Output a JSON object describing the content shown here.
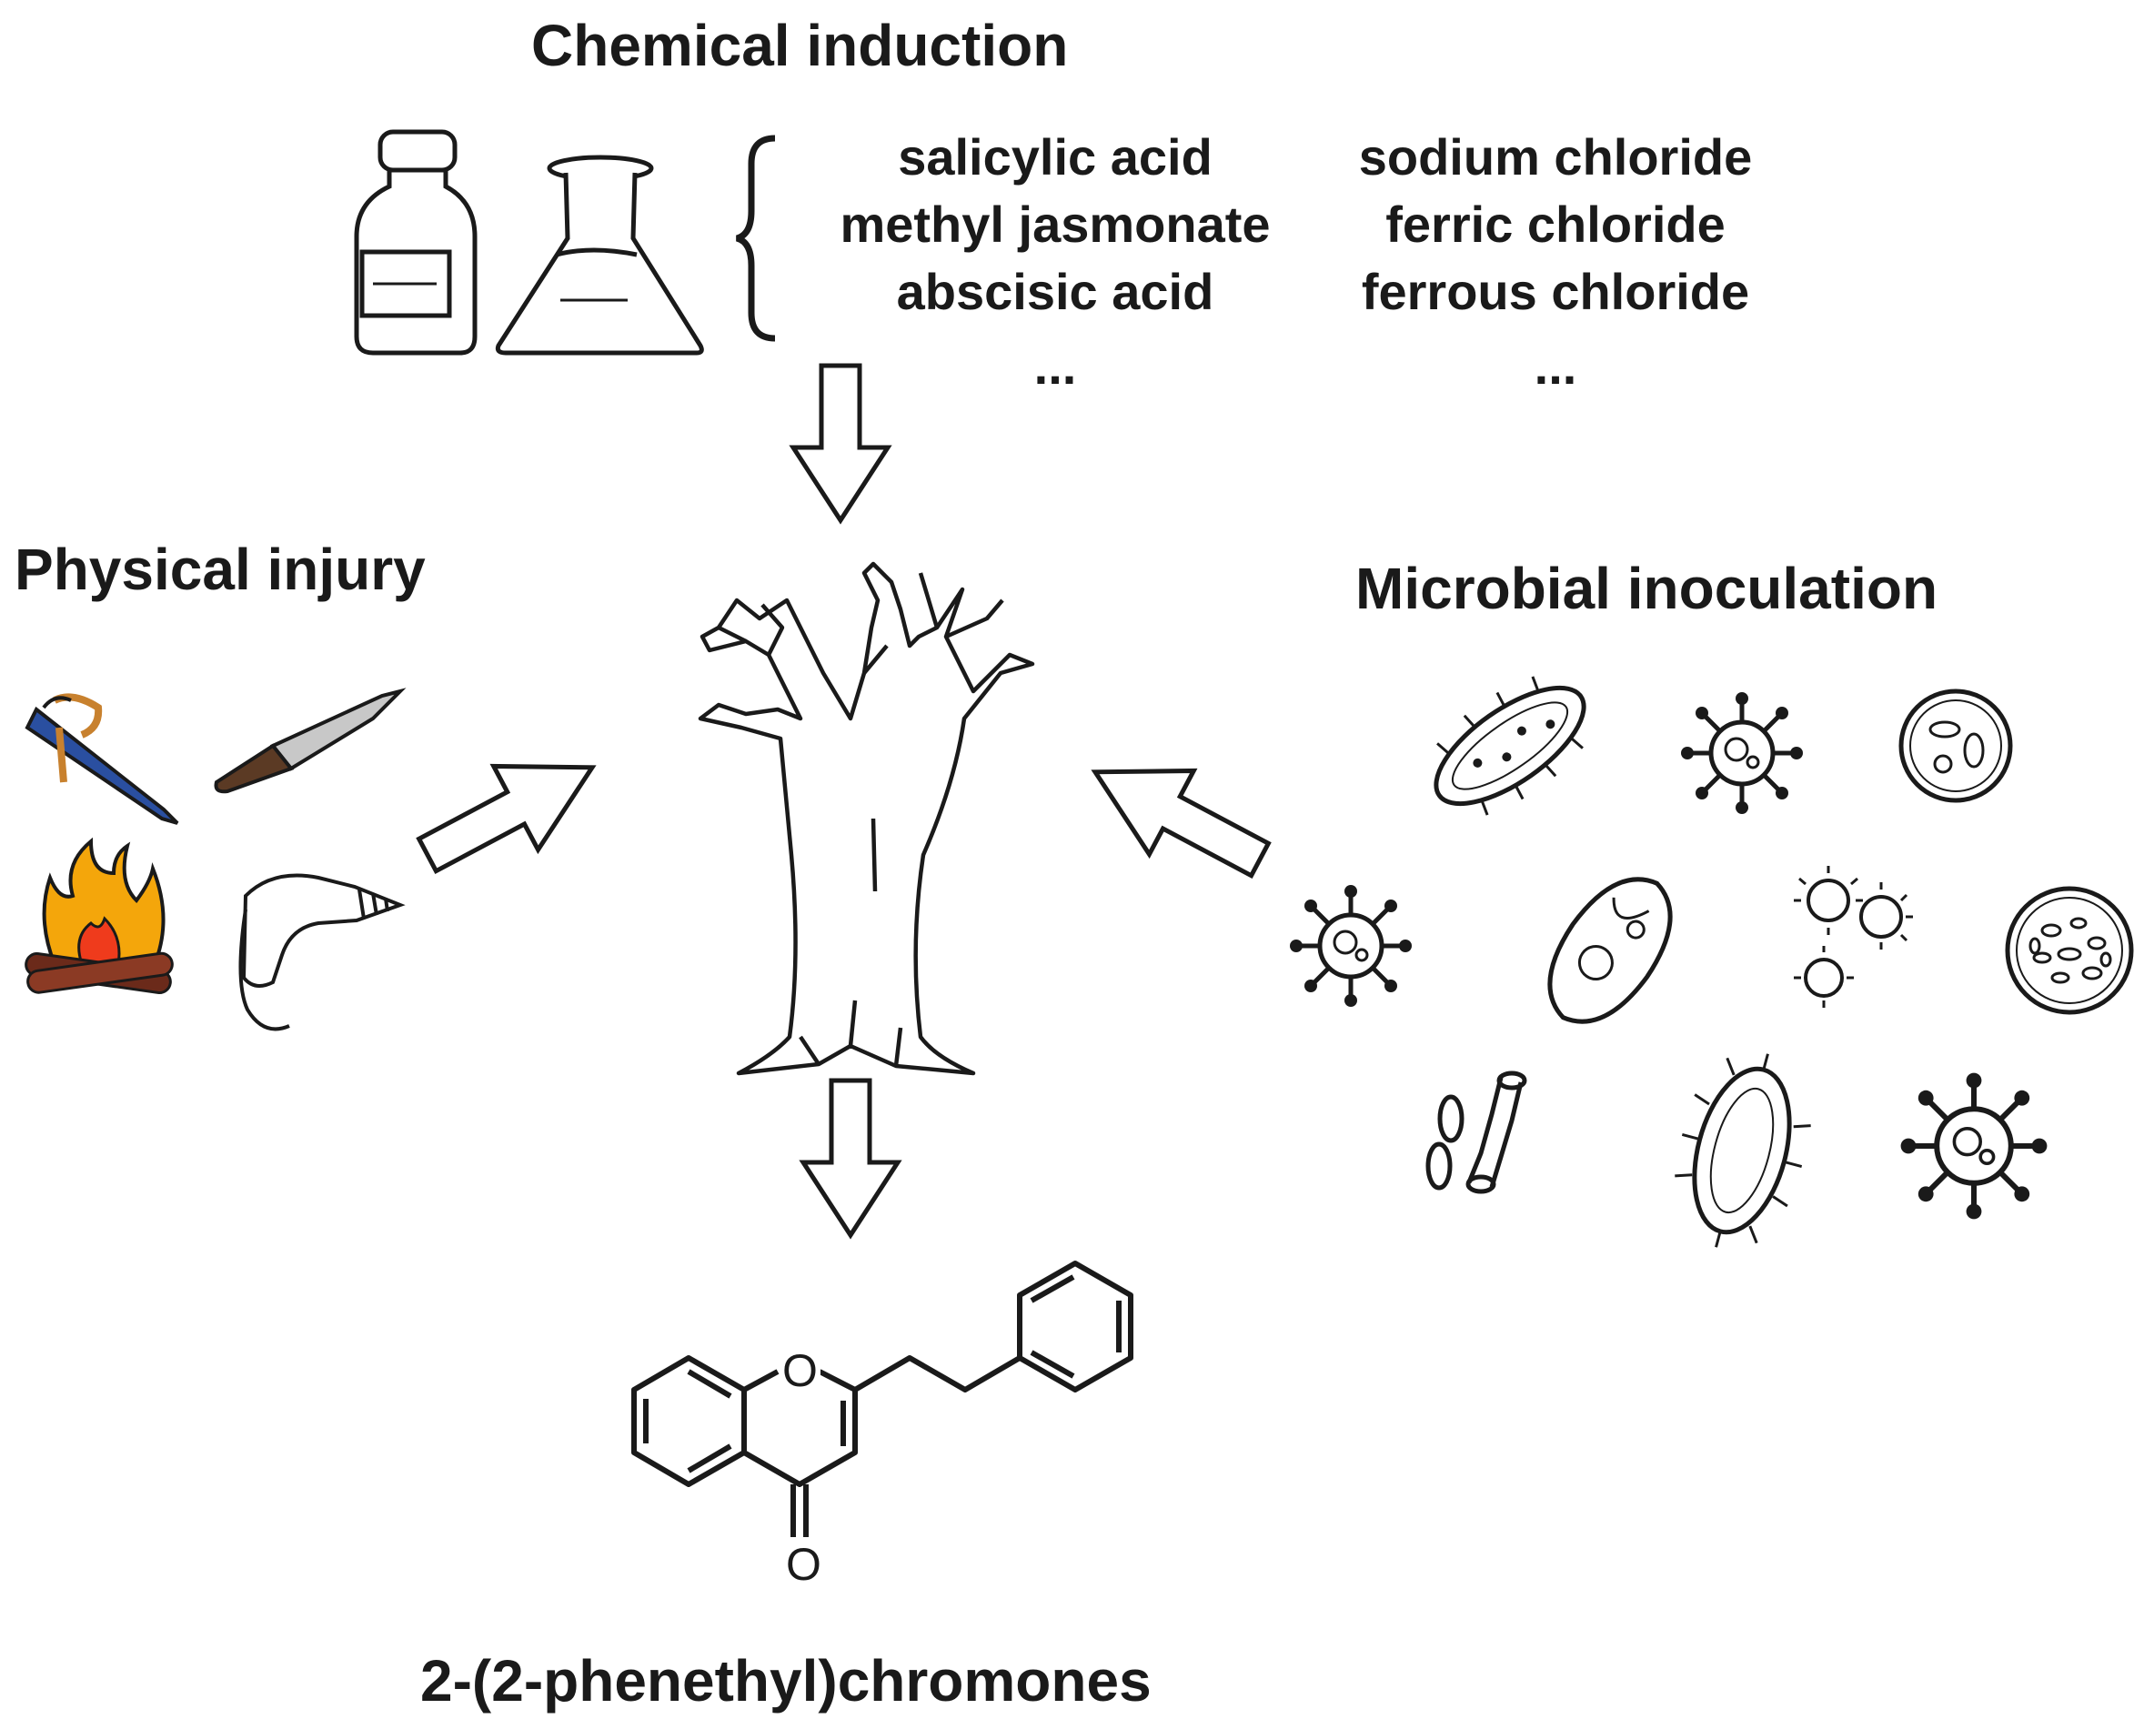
{
  "labels": {
    "chemical_induction": "Chemical induction",
    "physical_injury": "Physical injury",
    "microbial_inoculation": "Microbial inoculation",
    "product": "2-(2-phenethyl)chromones",
    "oxygen_ring": "O",
    "oxygen_carbonyl": "O"
  },
  "chemicals": {
    "left": [
      "salicylic acid",
      "methyl jasmonate",
      "abscisic acid",
      "..."
    ],
    "right": [
      "sodium chloride",
      "ferric chloride",
      "ferrous chloride",
      "..."
    ]
  },
  "icons": {
    "chemical": [
      "reagent-bottle-icon",
      "erlenmeyer-flask-icon",
      "curly-brace-icon"
    ],
    "physical": [
      "pen-icon",
      "machete-icon",
      "campfire-icon",
      "drill-icon"
    ],
    "microbes": [
      "rod-bacterium-icon",
      "virus-icon",
      "cell-icon",
      "virus-icon",
      "paramecium-icon",
      "cocci-cluster-icon",
      "granular-cell-icon",
      "chain-bacterium-icon",
      "spiky-bacterium-icon",
      "virus-icon"
    ],
    "tree": "tree-icon"
  },
  "colors": {
    "line": "#1a1a1a",
    "flame_outer": "#f4a60b",
    "flame_inner": "#ef3b1c",
    "log": "#6b2a1a",
    "pen": "#2a4fa0"
  }
}
